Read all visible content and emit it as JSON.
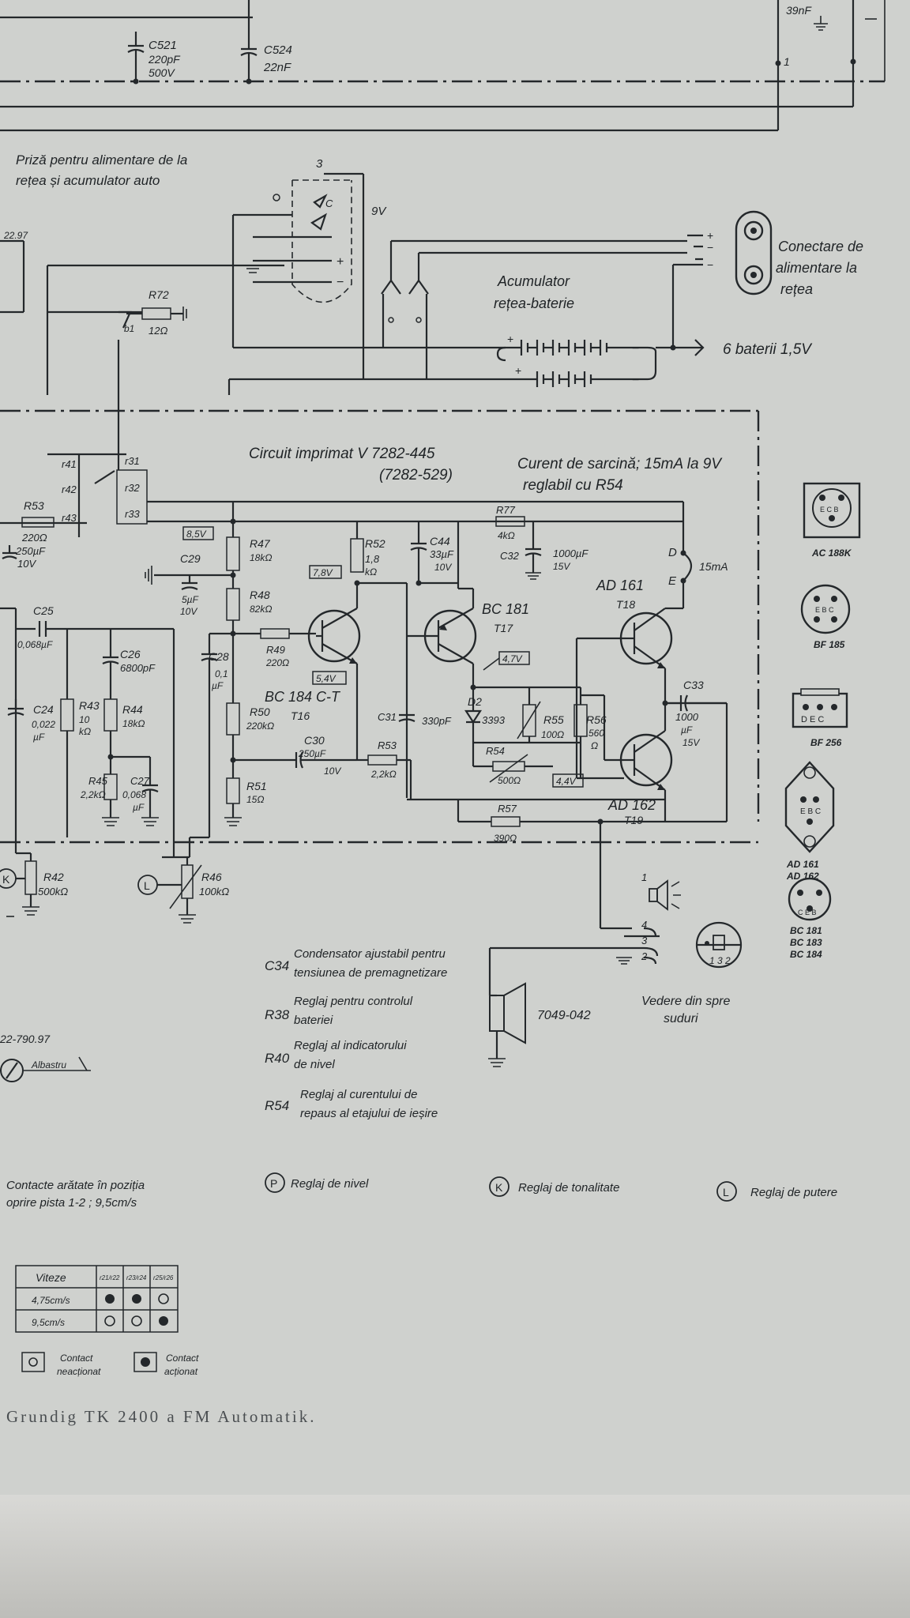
{
  "top": {
    "c21": "C521",
    "c21_val1": "220pF",
    "c21_val2": "500V",
    "c24": "C524",
    "c24_val": "22nF",
    "cap_top_val": "39nF",
    "term1": "1"
  },
  "power": {
    "socket_title_l1": "Priză pentru alimentare de la",
    "socket_title_l2": "rețea și acumulator auto",
    "pin3": "3",
    "volt9": "9V",
    "pin_c": "C",
    "ref_left": "22.97",
    "r72": "R72",
    "r72_val": "12Ω",
    "b1": "b1",
    "accum_l1": "Acumulator",
    "accum_l2": "rețea-baterie",
    "batteries": "6 baterii 1,5V",
    "connector_l1": "Conectare de",
    "connector_l2": "alimentare la",
    "connector_l3": "rețea"
  },
  "board": {
    "title": "Circuit imprimat V 7282-445",
    "title_alt": "(7282-529)",
    "load_l1": "Curent de sarcină; 15mA la 9V",
    "load_l2": "reglabil cu R54",
    "current": "15mA",
    "node_d": "D",
    "node_e": "E"
  },
  "comp": {
    "r41": "r41",
    "r42s": "r42",
    "r31": "r31",
    "r32": "r32",
    "r33": "r33",
    "r43s": "r43",
    "r53a": "R53",
    "r53a_val": "220Ω",
    "c_left_val": "250µF",
    "c_left_v": "10V",
    "v85": "8,5V",
    "r47": "R47",
    "r47_val": "18kΩ",
    "c29": "C29",
    "c29_val": "5µF",
    "c29_v": "10V",
    "r48": "R48",
    "r48_val": "82kΩ",
    "r49": "R49",
    "r49_val": "220Ω",
    "c28": "C28",
    "c28_val": "0,1",
    "c28_unit": "µF",
    "r52": "R52",
    "r52_val": "1,8",
    "r52_unit": "kΩ",
    "v78": "7,8V",
    "c44": "C44",
    "c44_val": "33µF",
    "c44_v": "10V",
    "r77": "R77",
    "r77_val": "4kΩ",
    "c32": "C32",
    "c32_val": "1000µF",
    "c32_v": "15V",
    "t16a": "BC 184 C-T",
    "t16b": "T16",
    "v54": "5,4V",
    "t17a": "BC 181",
    "t17b": "T17",
    "v47": "4,7V",
    "t18a": "AD 161",
    "t18b": "T18",
    "r50": "R50",
    "r50_val": "220kΩ",
    "c30": "C30",
    "c30_val": "250µF",
    "c30_v": "10V",
    "r51": "R51",
    "r51_val": "15Ω",
    "r53": "R53",
    "r53_val": "2,2kΩ",
    "c31": "C31",
    "c31_val": "330pF",
    "d2": "D2",
    "d2_val": "3393",
    "r55": "R55",
    "r55_val": "100Ω",
    "r56": "R56",
    "r56_val": "560",
    "r56_unit": "Ω",
    "r54": "R54",
    "r54_val": "500Ω",
    "v44": "4,4V",
    "c33": "C33",
    "c33_val": "1000",
    "c33_unit": "µF",
    "c33_v": "15V",
    "t19a": "AD 162",
    "t19b": "T19",
    "r57": "R57",
    "r57_val": "390Ω",
    "c25": "C25",
    "c25_val": "0,068µF",
    "c26": "C26",
    "c26_val": "6800pF",
    "c24": "C24",
    "c24_val": "0,022",
    "c24_unit": "µF",
    "r43": "R43",
    "r43_val": "10",
    "r43_unit": "kΩ",
    "r44": "R44",
    "r44_val": "18kΩ",
    "r45": "R45",
    "r45_val": "2,2kΩ",
    "c27": "C27",
    "c27_val": "0,068",
    "c27_unit": "µF",
    "k": "K",
    "r42": "R42",
    "r42_val": "500kΩ",
    "l": "L",
    "r46": "R46",
    "r46_val": "100kΩ"
  },
  "output": {
    "pin1": "1",
    "pin4": "4",
    "pin3": "3",
    "pin2": "2",
    "socket_pins": "1 3 2",
    "view_l1": "Vedere din spre",
    "view_l2": "suduri",
    "speaker": "7049-042"
  },
  "legend": [
    {
      "sym": "C34",
      "l1": "Condensator ajustabil pentru",
      "l2": "tensiunea de premagnetizare"
    },
    {
      "sym": "R38",
      "l1": "Reglaj pentru controlul",
      "l2": "bateriei"
    },
    {
      "sym": "R40",
      "l1": "Reglaj al indicatorului",
      "l2": "de nivel"
    },
    {
      "sym": "R54",
      "l1": "Reglaj al curentului de",
      "l2": "repaus al etajului de ieșire"
    }
  ],
  "left_misc": {
    "ref": "22-790.97",
    "meter": "Albastru"
  },
  "contacts": {
    "l1": "Contacte arătate în poziția",
    "l2": "oprire pista 1-2 ; 9,5cm/s"
  },
  "regl": {
    "p": "P",
    "p_text": "Reglaj de nivel",
    "k": "K",
    "k_text": "Reglaj de tonalitate",
    "l": "L",
    "l_text": "Reglaj de putere"
  },
  "speed_table": {
    "header": "Viteze",
    "rows": [
      {
        "label": "4,75cm/s",
        "cells": [
          "filled",
          "filled",
          "open"
        ]
      },
      {
        "label": "9,5cm/s",
        "cells": [
          "open",
          "open",
          "filled"
        ]
      }
    ]
  },
  "contact_key": {
    "open_l1": "Contact",
    "open_l2": "neacționat",
    "closed_l1": "Contact",
    "closed_l2": "acționat"
  },
  "pinouts": [
    {
      "name": "AC 188K",
      "pins": "E C B"
    },
    {
      "name": "BF 185",
      "pins": "E B C"
    },
    {
      "name": "BF 256",
      "pins": "D E C"
    },
    {
      "name": "AD 161",
      "name2": "AD 162",
      "pins": "E B C"
    },
    {
      "name": "BC 181",
      "name2": "BC 183",
      "name3": "BC 184",
      "pins": "C E B"
    }
  ],
  "footer": "Grundig TK 2400 a FM Automatik."
}
